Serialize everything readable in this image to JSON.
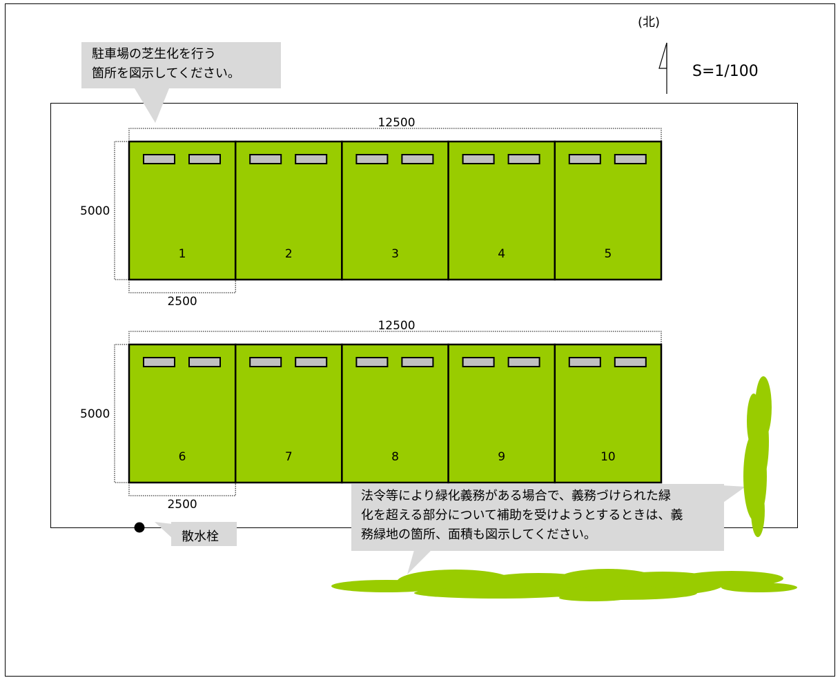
{
  "north_label": "(北)",
  "scale_label": "S=1/100",
  "callout_lawn": {
    "lines": [
      "駐車場の芝生化を行う",
      "箇所を図示してください。"
    ]
  },
  "callout_green": {
    "lines": [
      "法令等により緑化義務がある場合で、義務づけられた緑",
      "化を超える部分について補助を受けようとするときは、義",
      "務緑地の箇所、面積も図示してください。"
    ]
  },
  "hydrant_label": "散水栓",
  "parking_rows": [
    {
      "width_label": "12500",
      "depth_label": "5000",
      "stall_width_label": "2500",
      "stalls": [
        "1",
        "2",
        "3",
        "4",
        "5"
      ]
    },
    {
      "width_label": "12500",
      "depth_label": "5000",
      "stall_width_label": "2500",
      "stalls": [
        "6",
        "7",
        "8",
        "9",
        "10"
      ]
    }
  ],
  "colors": {
    "lawn": "#99cc00",
    "callout_bg": "#d9d9d9",
    "wheel_stop": "#c0c0c0",
    "line": "#000000"
  }
}
